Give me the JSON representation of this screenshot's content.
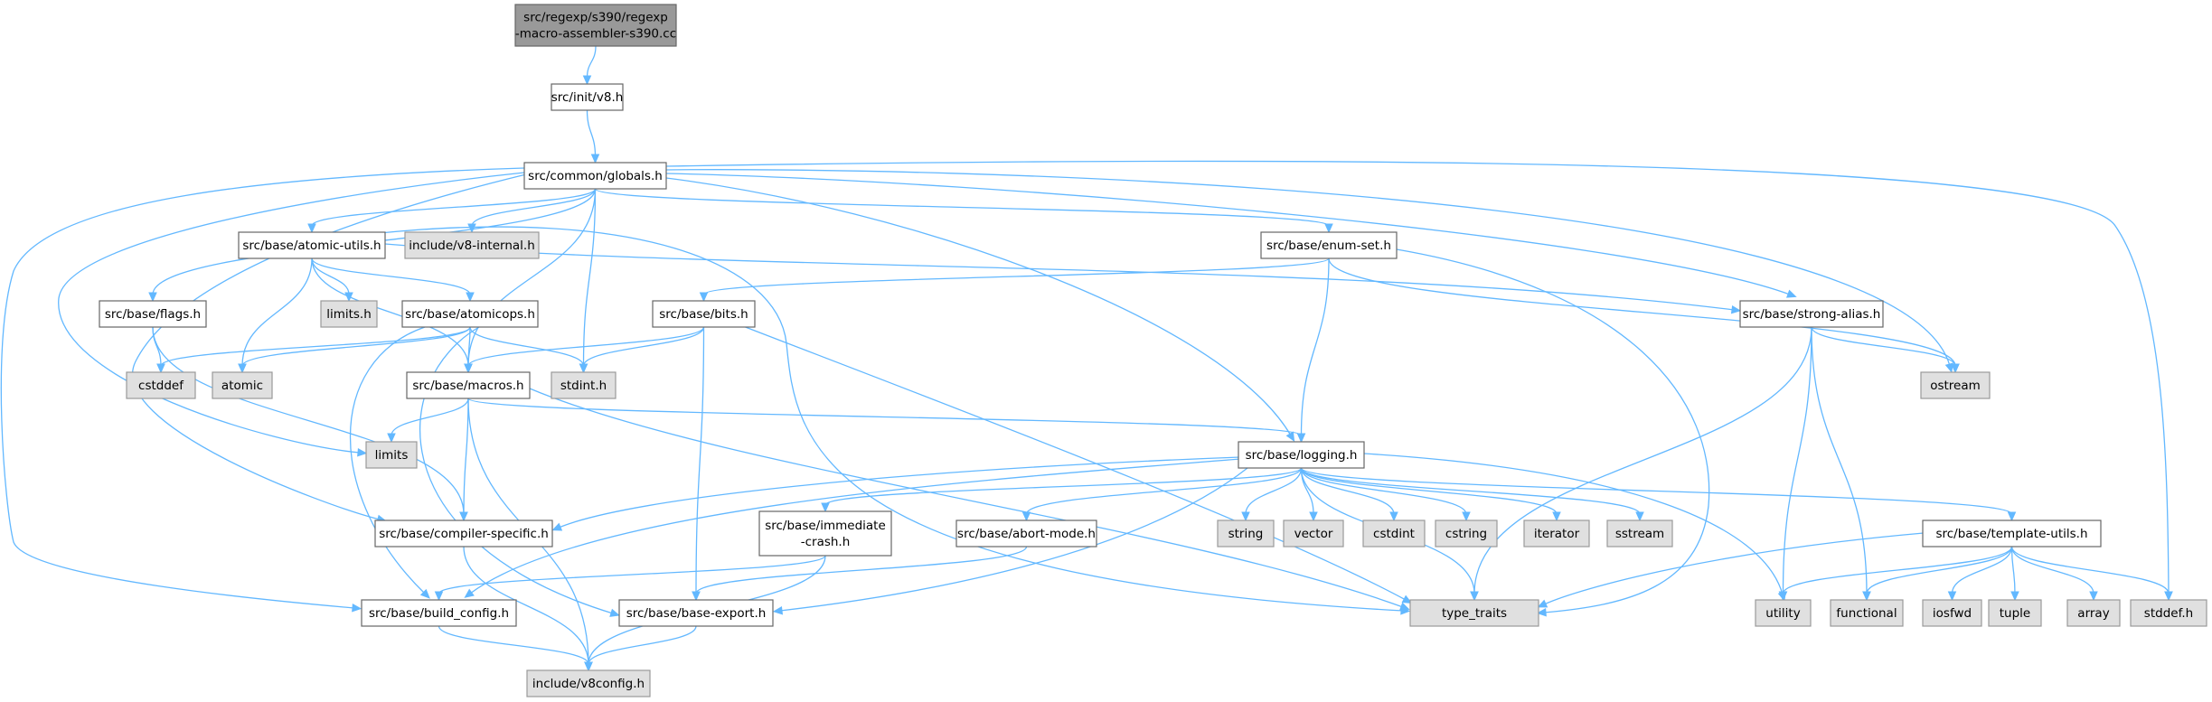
{
  "graph": {
    "root": "n0",
    "nodes": [
      {
        "id": "n0",
        "lines": [
          "src/regexp/s390/regexp",
          "-macro-assembler-s390.cc"
        ],
        "kind": "root"
      },
      {
        "id": "n1",
        "lines": [
          "src/init/v8.h"
        ],
        "kind": "local"
      },
      {
        "id": "n2",
        "lines": [
          "src/common/globals.h"
        ],
        "kind": "local"
      },
      {
        "id": "n3",
        "lines": [
          "src/base/atomic-utils.h"
        ],
        "kind": "local"
      },
      {
        "id": "n4",
        "lines": [
          "include/v8-internal.h"
        ],
        "kind": "system"
      },
      {
        "id": "n5",
        "lines": [
          "src/base/enum-set.h"
        ],
        "kind": "local"
      },
      {
        "id": "n6",
        "lines": [
          "src/base/flags.h"
        ],
        "kind": "local"
      },
      {
        "id": "n7",
        "lines": [
          "limits.h"
        ],
        "kind": "system"
      },
      {
        "id": "n8",
        "lines": [
          "src/base/atomicops.h"
        ],
        "kind": "local"
      },
      {
        "id": "n9",
        "lines": [
          "src/base/bits.h"
        ],
        "kind": "local"
      },
      {
        "id": "n10",
        "lines": [
          "src/base/strong-alias.h"
        ],
        "kind": "local"
      },
      {
        "id": "n11",
        "lines": [
          "cstddef"
        ],
        "kind": "system"
      },
      {
        "id": "n12",
        "lines": [
          "atomic"
        ],
        "kind": "system"
      },
      {
        "id": "n13",
        "lines": [
          "src/base/macros.h"
        ],
        "kind": "local"
      },
      {
        "id": "n14",
        "lines": [
          "stdint.h"
        ],
        "kind": "system"
      },
      {
        "id": "n15",
        "lines": [
          "ostream"
        ],
        "kind": "system"
      },
      {
        "id": "n16",
        "lines": [
          "limits"
        ],
        "kind": "system"
      },
      {
        "id": "n17",
        "lines": [
          "src/base/logging.h"
        ],
        "kind": "local"
      },
      {
        "id": "n18",
        "lines": [
          "src/base/compiler-specific.h"
        ],
        "kind": "local"
      },
      {
        "id": "n19",
        "lines": [
          "src/base/immediate",
          "-crash.h"
        ],
        "kind": "local"
      },
      {
        "id": "n20",
        "lines": [
          "src/base/abort-mode.h"
        ],
        "kind": "local"
      },
      {
        "id": "n21",
        "lines": [
          "string"
        ],
        "kind": "system"
      },
      {
        "id": "n22",
        "lines": [
          "vector"
        ],
        "kind": "system"
      },
      {
        "id": "n23",
        "lines": [
          "cstdint"
        ],
        "kind": "system"
      },
      {
        "id": "n24",
        "lines": [
          "cstring"
        ],
        "kind": "system"
      },
      {
        "id": "n25",
        "lines": [
          "iterator"
        ],
        "kind": "system"
      },
      {
        "id": "n26",
        "lines": [
          "sstream"
        ],
        "kind": "system"
      },
      {
        "id": "n27",
        "lines": [
          "src/base/template-utils.h"
        ],
        "kind": "local"
      },
      {
        "id": "n28",
        "lines": [
          "src/base/build_config.h"
        ],
        "kind": "local"
      },
      {
        "id": "n29",
        "lines": [
          "src/base/base-export.h"
        ],
        "kind": "local"
      },
      {
        "id": "n30",
        "lines": [
          "type_traits"
        ],
        "kind": "system"
      },
      {
        "id": "n31",
        "lines": [
          "utility"
        ],
        "kind": "system"
      },
      {
        "id": "n32",
        "lines": [
          "functional"
        ],
        "kind": "system"
      },
      {
        "id": "n33",
        "lines": [
          "iosfwd"
        ],
        "kind": "system"
      },
      {
        "id": "n34",
        "lines": [
          "tuple"
        ],
        "kind": "system"
      },
      {
        "id": "n35",
        "lines": [
          "array"
        ],
        "kind": "system"
      },
      {
        "id": "n36",
        "lines": [
          "stddef.h"
        ],
        "kind": "system"
      },
      {
        "id": "n37",
        "lines": [
          "include/v8config.h"
        ],
        "kind": "system"
      }
    ],
    "edges": [
      [
        "n0",
        "n1"
      ],
      [
        "n1",
        "n2"
      ],
      [
        "n2",
        "n3"
      ],
      [
        "n2",
        "n4"
      ],
      [
        "n2",
        "n5"
      ],
      [
        "n2",
        "n6"
      ],
      [
        "n2",
        "n10"
      ],
      [
        "n2",
        "n13"
      ],
      [
        "n2",
        "n14"
      ],
      [
        "n2",
        "n15"
      ],
      [
        "n2",
        "n16"
      ],
      [
        "n2",
        "n17"
      ],
      [
        "n2",
        "n18"
      ],
      [
        "n2",
        "n28"
      ],
      [
        "n2",
        "n36"
      ],
      [
        "n3",
        "n7"
      ],
      [
        "n3",
        "n8"
      ],
      [
        "n3",
        "n12"
      ],
      [
        "n3",
        "n13"
      ],
      [
        "n3",
        "n10"
      ],
      [
        "n3",
        "n30"
      ],
      [
        "n5",
        "n9"
      ],
      [
        "n5",
        "n17"
      ],
      [
        "n5",
        "n15"
      ],
      [
        "n5",
        "n30"
      ],
      [
        "n6",
        "n11"
      ],
      [
        "n6",
        "n18"
      ],
      [
        "n8",
        "n11"
      ],
      [
        "n8",
        "n12"
      ],
      [
        "n8",
        "n13"
      ],
      [
        "n8",
        "n14"
      ],
      [
        "n8",
        "n28"
      ],
      [
        "n8",
        "n29"
      ],
      [
        "n9",
        "n13"
      ],
      [
        "n9",
        "n14"
      ],
      [
        "n9",
        "n29"
      ],
      [
        "n9",
        "n30"
      ],
      [
        "n10",
        "n15"
      ],
      [
        "n10",
        "n30"
      ],
      [
        "n10",
        "n31"
      ],
      [
        "n10",
        "n32"
      ],
      [
        "n13",
        "n16"
      ],
      [
        "n13",
        "n18"
      ],
      [
        "n13",
        "n17"
      ],
      [
        "n13",
        "n30"
      ],
      [
        "n13",
        "n37"
      ],
      [
        "n17",
        "n18"
      ],
      [
        "n17",
        "n19"
      ],
      [
        "n17",
        "n20"
      ],
      [
        "n17",
        "n21"
      ],
      [
        "n17",
        "n22"
      ],
      [
        "n17",
        "n23"
      ],
      [
        "n17",
        "n24"
      ],
      [
        "n17",
        "n25"
      ],
      [
        "n17",
        "n26"
      ],
      [
        "n17",
        "n27"
      ],
      [
        "n17",
        "n28"
      ],
      [
        "n17",
        "n29"
      ],
      [
        "n17",
        "n30"
      ],
      [
        "n17",
        "n31"
      ],
      [
        "n18",
        "n37"
      ],
      [
        "n19",
        "n28"
      ],
      [
        "n19",
        "n37"
      ],
      [
        "n20",
        "n29"
      ],
      [
        "n27",
        "n30"
      ],
      [
        "n27",
        "n31"
      ],
      [
        "n27",
        "n32"
      ],
      [
        "n27",
        "n33"
      ],
      [
        "n27",
        "n34"
      ],
      [
        "n27",
        "n35"
      ],
      [
        "n27",
        "n36"
      ],
      [
        "n28",
        "n37"
      ],
      [
        "n29",
        "n37"
      ]
    ]
  }
}
